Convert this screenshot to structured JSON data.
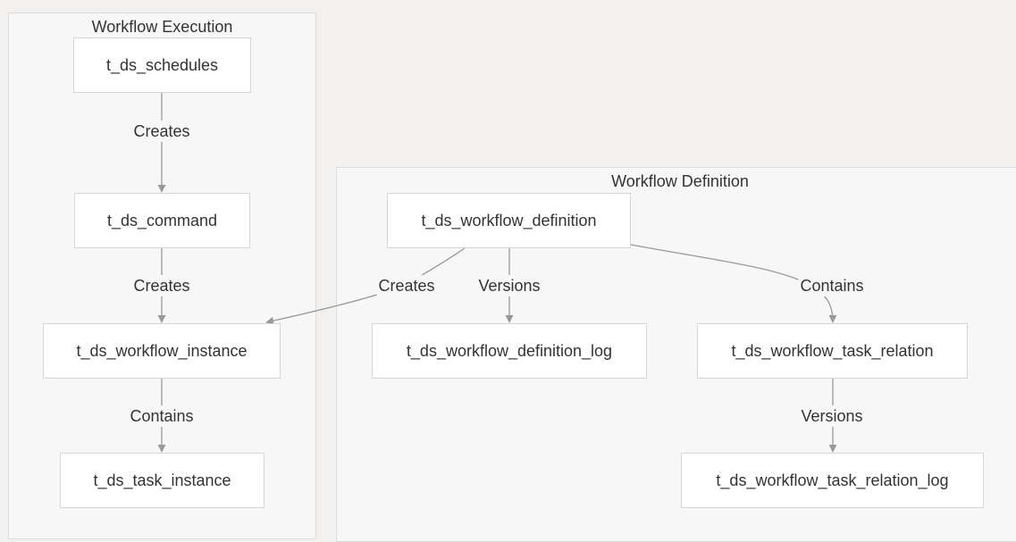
{
  "clusters": {
    "execution": {
      "title": "Workflow Execution"
    },
    "definition": {
      "title": "Workflow Definition"
    }
  },
  "nodes": {
    "schedules": "t_ds_schedules",
    "command": "t_ds_command",
    "workflow_instance": "t_ds_workflow_instance",
    "task_instance": "t_ds_task_instance",
    "workflow_definition": "t_ds_workflow_definition",
    "workflow_definition_log": "t_ds_workflow_definition_log",
    "workflow_task_relation": "t_ds_workflow_task_relation",
    "workflow_task_relation_log": "t_ds_workflow_task_relation_log"
  },
  "edges": {
    "schedules_to_command": "Creates",
    "command_to_instance": "Creates",
    "instance_to_task": "Contains",
    "definition_to_instance": "Creates",
    "definition_to_log": "Versions",
    "definition_to_relation": "Contains",
    "relation_to_log": "Versions"
  },
  "colors": {
    "background": "#f2f1f0",
    "cluster_fill": "#f7f7f7",
    "node_fill": "#ffffff",
    "node_border": "#d6d6d6",
    "edge": "#999999",
    "text": "#333333"
  }
}
